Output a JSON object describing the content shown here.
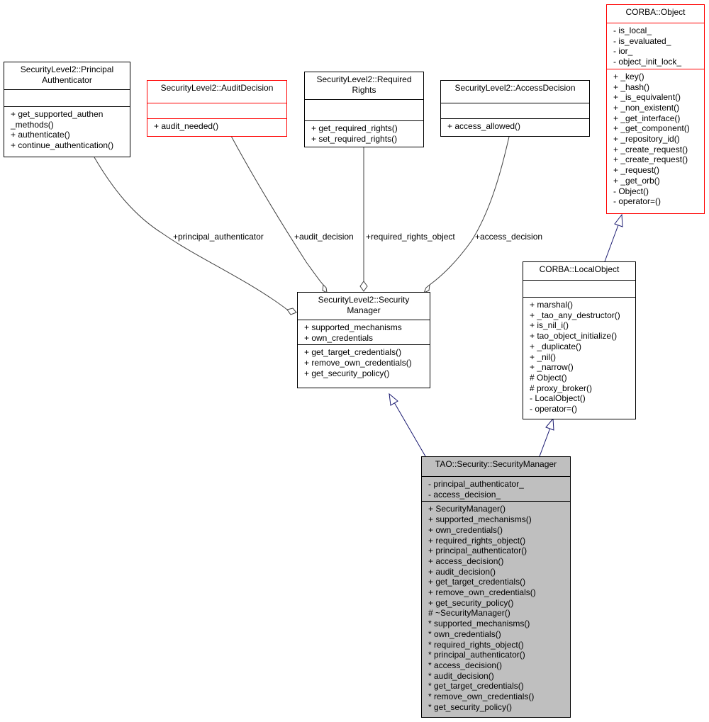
{
  "colors": {
    "border_default": "#000000",
    "border_highlight": "#ff0000",
    "focus_fill": "#bfbfbf",
    "inheritance_edge": "#191970",
    "usage_edge": "#404040"
  },
  "classes": {
    "principal_authenticator": {
      "title": [
        "SecurityLevel2::Principal",
        "Authenticator"
      ],
      "attributes": [],
      "methods": [
        "+ get_supported_authen",
        "_methods()",
        "+ authenticate()",
        "+ continue_authentication()"
      ]
    },
    "audit_decision": {
      "title": [
        "SecurityLevel2::AuditDecision"
      ],
      "attributes": [],
      "methods": [
        "+ audit_needed()"
      ]
    },
    "required_rights": {
      "title": [
        "SecurityLevel2::Required",
        "Rights"
      ],
      "attributes": [],
      "methods": [
        "+ get_required_rights()",
        "+ set_required_rights()"
      ]
    },
    "access_decision": {
      "title": [
        "SecurityLevel2::AccessDecision"
      ],
      "attributes": [],
      "methods": [
        "+ access_allowed()"
      ]
    },
    "corba_object": {
      "title": [
        "CORBA::Object"
      ],
      "attributes": [
        "- is_local_",
        "- is_evaluated_",
        "- ior_",
        "- object_init_lock_"
      ],
      "methods": [
        "+ _key()",
        "+ _hash()",
        "+ _is_equivalent()",
        "+ _non_existent()",
        "+ _get_interface()",
        "+ _get_component()",
        "+ _repository_id()",
        "+ _create_request()",
        "+ _create_request()",
        "+ _request()",
        "+ _get_orb()",
        "- Object()",
        "- operator=()"
      ]
    },
    "security_manager_base": {
      "title": [
        "SecurityLevel2::Security",
        "Manager"
      ],
      "attributes": [
        "+ supported_mechanisms",
        "+ own_credentials"
      ],
      "methods": [
        "+ get_target_credentials()",
        "+ remove_own_credentials()",
        "+ get_security_policy()"
      ]
    },
    "corba_local_object": {
      "title": [
        "CORBA::LocalObject"
      ],
      "attributes": [],
      "methods": [
        "+ marshal()",
        "+ _tao_any_destructor()",
        "+ is_nil_i()",
        "+ tao_object_initialize()",
        "+ _duplicate()",
        "+ _nil()",
        "+ _narrow()",
        "# Object()",
        "# proxy_broker()",
        "- LocalObject()",
        "- operator=()"
      ]
    },
    "tao_security_manager": {
      "title": [
        "TAO::Security::SecurityManager"
      ],
      "attributes": [
        "- principal_authenticator_",
        "- access_decision_"
      ],
      "methods": [
        "+ SecurityManager()",
        "+ supported_mechanisms()",
        "+ own_credentials()",
        "+ required_rights_object()",
        "+ principal_authenticator()",
        "+ access_decision()",
        "+ audit_decision()",
        "+ get_target_credentials()",
        "+ remove_own_credentials()",
        "+ get_security_policy()",
        "# ~SecurityManager()",
        "* supported_mechanisms()",
        "* own_credentials()",
        "* required_rights_object()",
        "* principal_authenticator()",
        "* access_decision()",
        "* audit_decision()",
        "* get_target_credentials()",
        "* remove_own_credentials()",
        "* get_security_policy()"
      ]
    }
  },
  "edge_labels": {
    "principal_authenticator": "+principal_authenticator",
    "audit_decision": "+audit_decision",
    "required_rights_object": "+required_rights_object",
    "access_decision": "+access_decision"
  }
}
